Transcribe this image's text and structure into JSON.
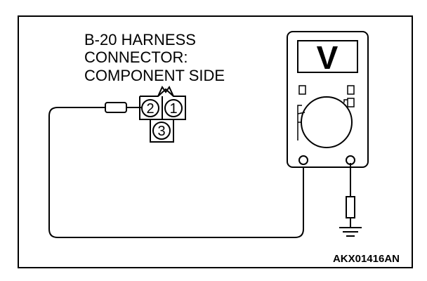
{
  "connector": {
    "label_lines": [
      "B-20 HARNESS",
      "CONNECTOR:",
      "COMPONENT SIDE"
    ],
    "pins": [
      "2",
      "1",
      "3"
    ]
  },
  "meter": {
    "display_symbol": "V",
    "mode": "voltmeter"
  },
  "figure_id": "AKX01416AN",
  "icons": [
    "voltmeter-icon",
    "ground-icon",
    "probe-icon",
    "connector-icon"
  ],
  "colors": {
    "line": "#000000",
    "background": "#ffffff"
  }
}
